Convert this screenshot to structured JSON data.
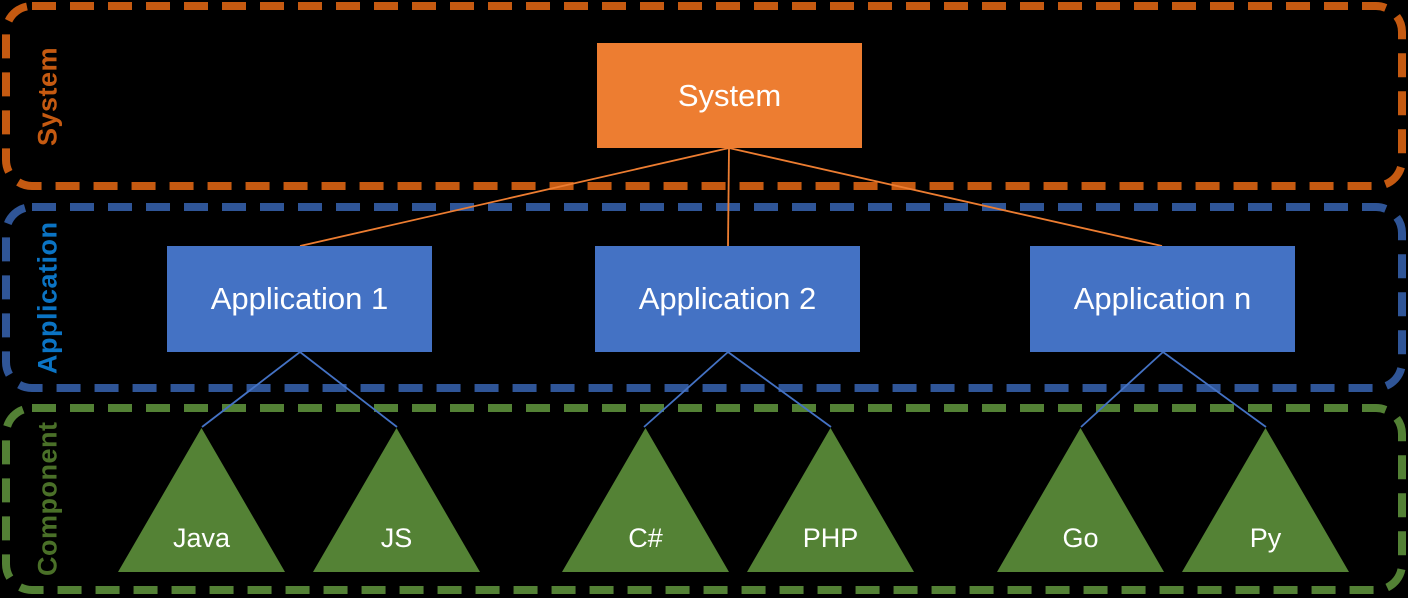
{
  "colors": {
    "background": "#000000",
    "orange_fill": "#ED7D31",
    "orange_border": "#C55A11",
    "orange_label": "#C55A11",
    "blue_fill": "#4472C4",
    "blue_border": "#2F5597",
    "blue_label": "#0B74C4",
    "green_fill": "#548235",
    "green_border": "#538135",
    "green_label": "#4A7028",
    "box_text": "#FFFFFF",
    "line_orange": "#ED7D31",
    "line_blue": "#4472C4"
  },
  "bands": [
    {
      "label": "System"
    },
    {
      "label": "Application"
    },
    {
      "label": "Component"
    }
  ],
  "system": {
    "label": "System"
  },
  "applications": [
    {
      "label": "Application 1"
    },
    {
      "label": "Application 2"
    },
    {
      "label": "Application n"
    }
  ],
  "components": [
    {
      "label": "Java"
    },
    {
      "label": "JS"
    },
    {
      "label": "C#"
    },
    {
      "label": "PHP"
    },
    {
      "label": "Go"
    },
    {
      "label": "Py"
    }
  ]
}
